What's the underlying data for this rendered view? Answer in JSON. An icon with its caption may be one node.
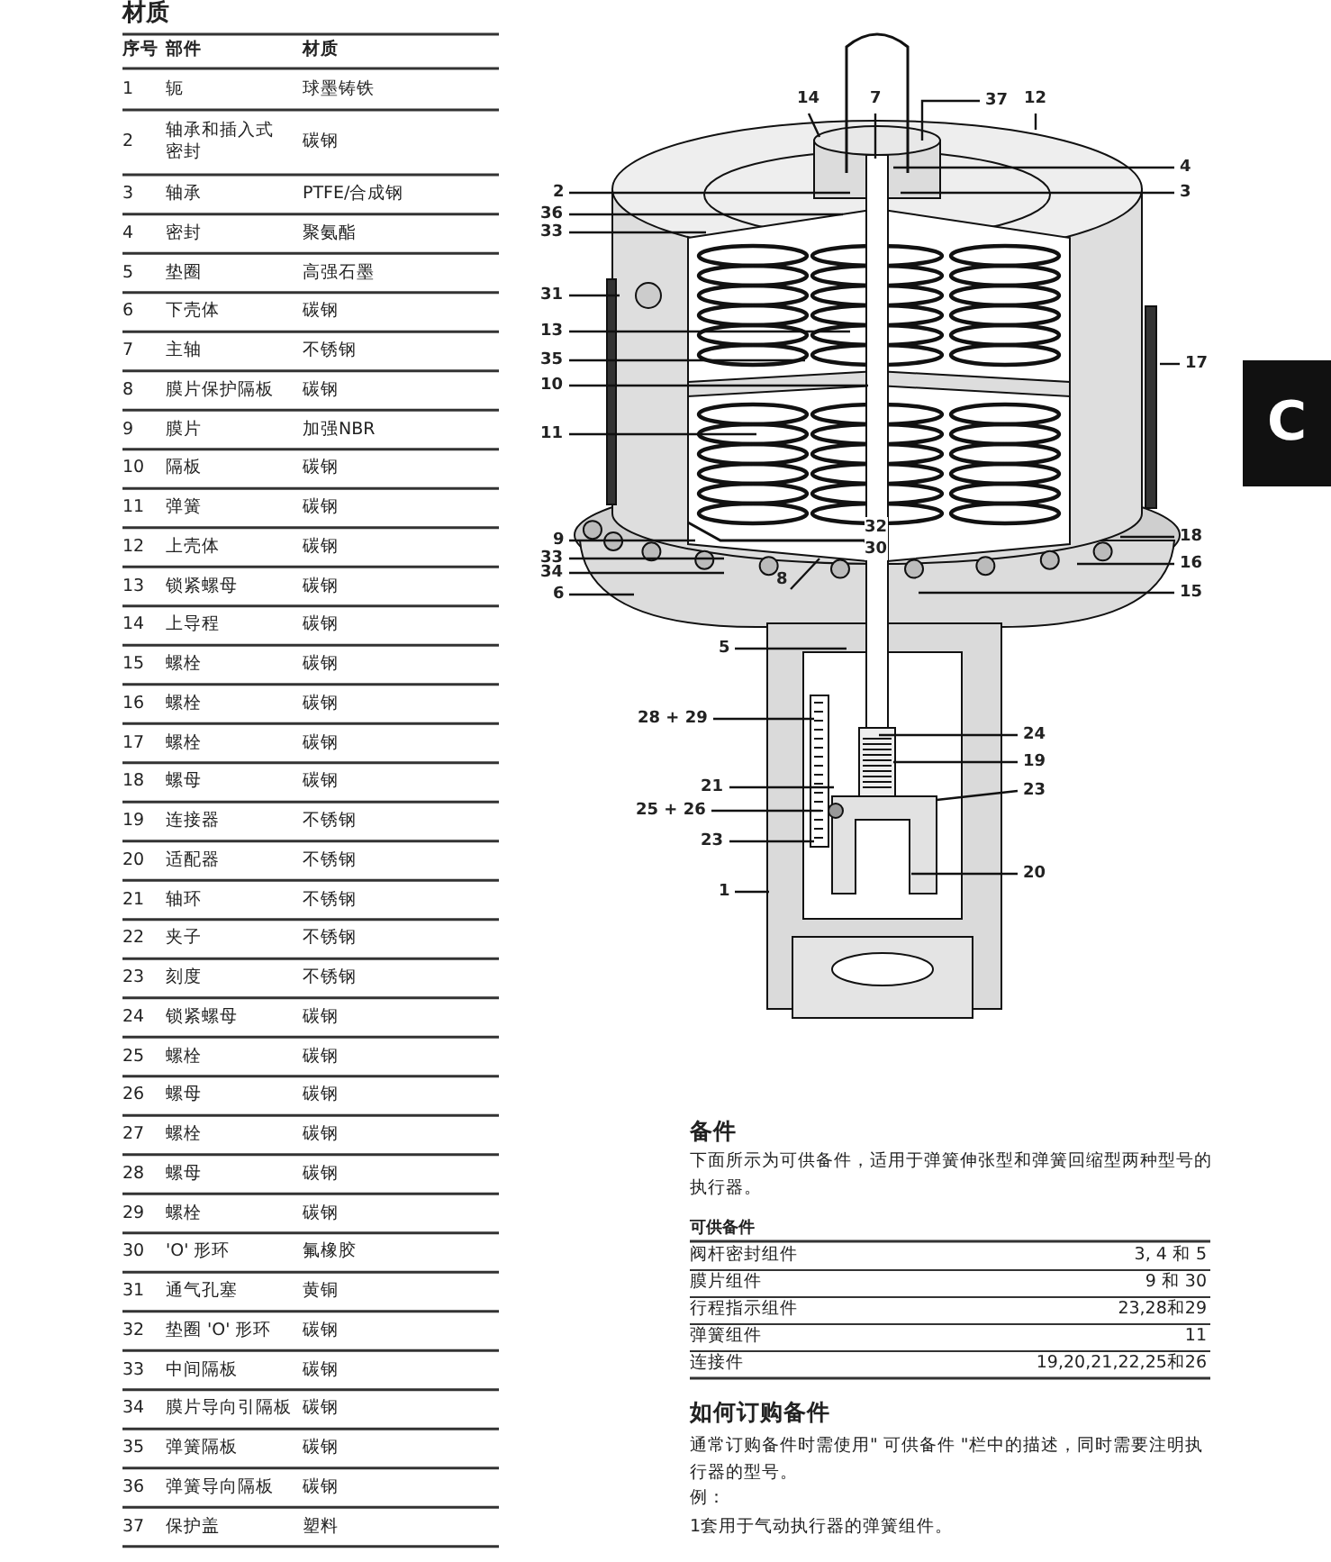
{
  "diagram": {
    "nodes": [
      {
        "text": [
          "14"
        ]
      },
      {
        "text": [
          "7"
        ]
      },
      {
        "text": [
          "37"
        ]
      },
      {
        "text": [
          "12"
        ]
      },
      {
        "text": [
          "4"
        ]
      },
      {
        "text": [
          "2"
        ]
      },
      {
        "text": [
          "3"
        ]
      },
      {
        "text": [
          "36"
        ]
      },
      {
        "text": [
          "33"
        ]
      },
      {
        "text": [
          "31"
        ]
      },
      {
        "text": [
          "13"
        ]
      },
      {
        "text": [
          "35"
        ]
      },
      {
        "text": [
          "10"
        ]
      },
      {
        "text": [
          "17"
        ]
      },
      {
        "text": [
          "11"
        ]
      },
      {
        "text": [
          "9"
        ]
      },
      {
        "text": [
          "18"
        ]
      },
      {
        "text": [
          "33"
        ]
      },
      {
        "text": [
          "16"
        ]
      },
      {
        "text": [
          "34"
        ]
      },
      {
        "text": [
          "8"
        ]
      },
      {
        "text": [
          "6"
        ]
      },
      {
        "text": [
          "15"
        ]
      },
      {
        "text": [
          "5"
        ]
      },
      {
        "text": [
          "28 + 29"
        ]
      },
      {
        "text": [
          "24"
        ]
      },
      {
        "text": [
          "19"
        ]
      },
      {
        "text": [
          "21"
        ]
      },
      {
        "text": [
          "23"
        ]
      },
      {
        "text": [
          "25 + 26"
        ]
      },
      {
        "text": [
          "23"
        ]
      },
      {
        "text": [
          "20"
        ]
      },
      {
        "text": [
          "1"
        ]
      }
    ],
    "edges": [
      {
        "from": 0,
        "to": null,
        "arrow": "none"
      },
      {
        "from": 1,
        "to": null,
        "arrow": "none"
      },
      {
        "from": 2,
        "to": null,
        "arrow": "none"
      },
      {
        "from": 3,
        "to": null,
        "arrow": "none"
      },
      {
        "from": 4,
        "to": null,
        "arrow": "none"
      },
      {
        "from": 5,
        "to": null,
        "arrow": "none"
      },
      {
        "from": 6,
        "to": null,
        "arrow": "none"
      },
      {
        "from": 7,
        "to": null,
        "arrow": "none"
      },
      {
        "from": 8,
        "to": null,
        "arrow": "none"
      },
      {
        "from": 9,
        "to": null,
        "arrow": "none"
      },
      {
        "from": 10,
        "to": null,
        "arrow": "none"
      },
      {
        "from": 11,
        "to": null,
        "arrow": "none"
      },
      {
        "from": 12,
        "to": null,
        "arrow": "none"
      },
      {
        "from": 13,
        "to": null,
        "arrow": "none"
      },
      {
        "from": 14,
        "to": null,
        "arrow": "none"
      },
      {
        "from": 15,
        "to": null,
        "arrow": "none"
      },
      {
        "from": 16,
        "to": null,
        "arrow": "none"
      },
      {
        "from": 17,
        "to": null,
        "arrow": "none"
      },
      {
        "from": 18,
        "to": null,
        "arrow": "none"
      },
      {
        "from": 19,
        "to": null,
        "arrow": "none"
      },
      {
        "from": 20,
        "to": null,
        "arrow": "none"
      },
      {
        "from": 21,
        "to": null,
        "arrow": "none"
      },
      {
        "from": 22,
        "to": null,
        "arrow": "none"
      },
      {
        "from": 23,
        "to": null,
        "arrow": "none"
      },
      {
        "from": 24,
        "to": null,
        "arrow": "none"
      },
      {
        "from": 25,
        "to": null,
        "arrow": "none"
      },
      {
        "from": 26,
        "to": null,
        "arrow": "none"
      },
      {
        "from": 27,
        "to": null,
        "arrow": "none"
      },
      {
        "from": 28,
        "to": null,
        "arrow": "none"
      },
      {
        "from": 29,
        "to": null,
        "arrow": "none"
      },
      {
        "from": 30,
        "to": null,
        "arrow": "none"
      },
      {
        "from": 31,
        "to": null,
        "arrow": "none"
      },
      {
        "from": 32,
        "to": null,
        "arrow": "none"
      }
    ],
    "labels": [
      "材质",
      "序号",
      "部件",
      "材质",
      "1",
      "轭",
      "球墨铸铁",
      "2",
      "轴承和插入式密封",
      "碳钢",
      "3",
      "轴承",
      "PTFE/合成钢",
      "4",
      "密封",
      "聚氨酯",
      "5",
      "垫圈",
      "高强石墨",
      "6",
      "下壳体",
      "碳钢",
      "7",
      "主轴",
      "不锈钢",
      "8",
      "膜片保护隔板",
      "碳钢",
      "9",
      "膜片",
      "加强NBR",
      "10",
      "隔板",
      "碳钢",
      "11",
      "弹簧",
      "碳钢",
      "12",
      "上壳体",
      "碳钢",
      "13",
      "锁紧螺母",
      "碳钢",
      "14",
      "上导程",
      "碳钢",
      "15",
      "螺栓",
      "碳钢",
      "16",
      "螺栓",
      "碳钢",
      "17",
      "螺栓",
      "碳钢",
      "18",
      "螺母",
      "碳钢",
      "19",
      "连接器",
      "不锈钢",
      "20",
      "适配器",
      "不锈钢",
      "21",
      "轴环",
      "不锈钢",
      "22",
      "夹子",
      "不锈钢",
      "23",
      "刻度",
      "不锈钢",
      "24",
      "锁紧螺母",
      "碳钢",
      "25",
      "螺栓",
      "碳钢",
      "26",
      "螺母",
      "碳钢",
      "27",
      "螺栓",
      "碳钢",
      "28",
      "螺母",
      "碳钢",
      "29",
      "螺栓",
      "碳钢",
      "30",
      "'O' 形环",
      "氟橡胶",
      "31",
      "通气孔塞",
      "黄铜",
      "32",
      "垫圈 'O' 形环",
      "碳钢",
      "33",
      "中间隔板",
      "碳钢",
      "34",
      "膜片导向引隔板",
      "碳钢",
      "35",
      "弹簧隔板",
      "碳钢",
      "36",
      "弹簧导向隔板",
      "碳钢",
      "37",
      "保护盖",
      "塑料",
      "C",
      "备件",
      "下面所示为可供备件，适用于弹簧伸张型和弹簧回缩型两种型号的执行器。",
      "可供备件",
      "阀杆密封组件",
      "3, 4 和 5",
      "膜片组件",
      "9 和 30",
      "行程指示组件",
      "23,28和29",
      "弹簧组件",
      "11",
      "连接件",
      "19,20,21,22,25和26",
      "如何订购备件",
      "通常订购备件时需使用\" 可供备件 \"栏中的描述，同时需要注明执行器的型号。",
      "例：",
      "1套用于气动执行器的弹簧组件。",
      "32",
      "30"
    ]
  }
}
